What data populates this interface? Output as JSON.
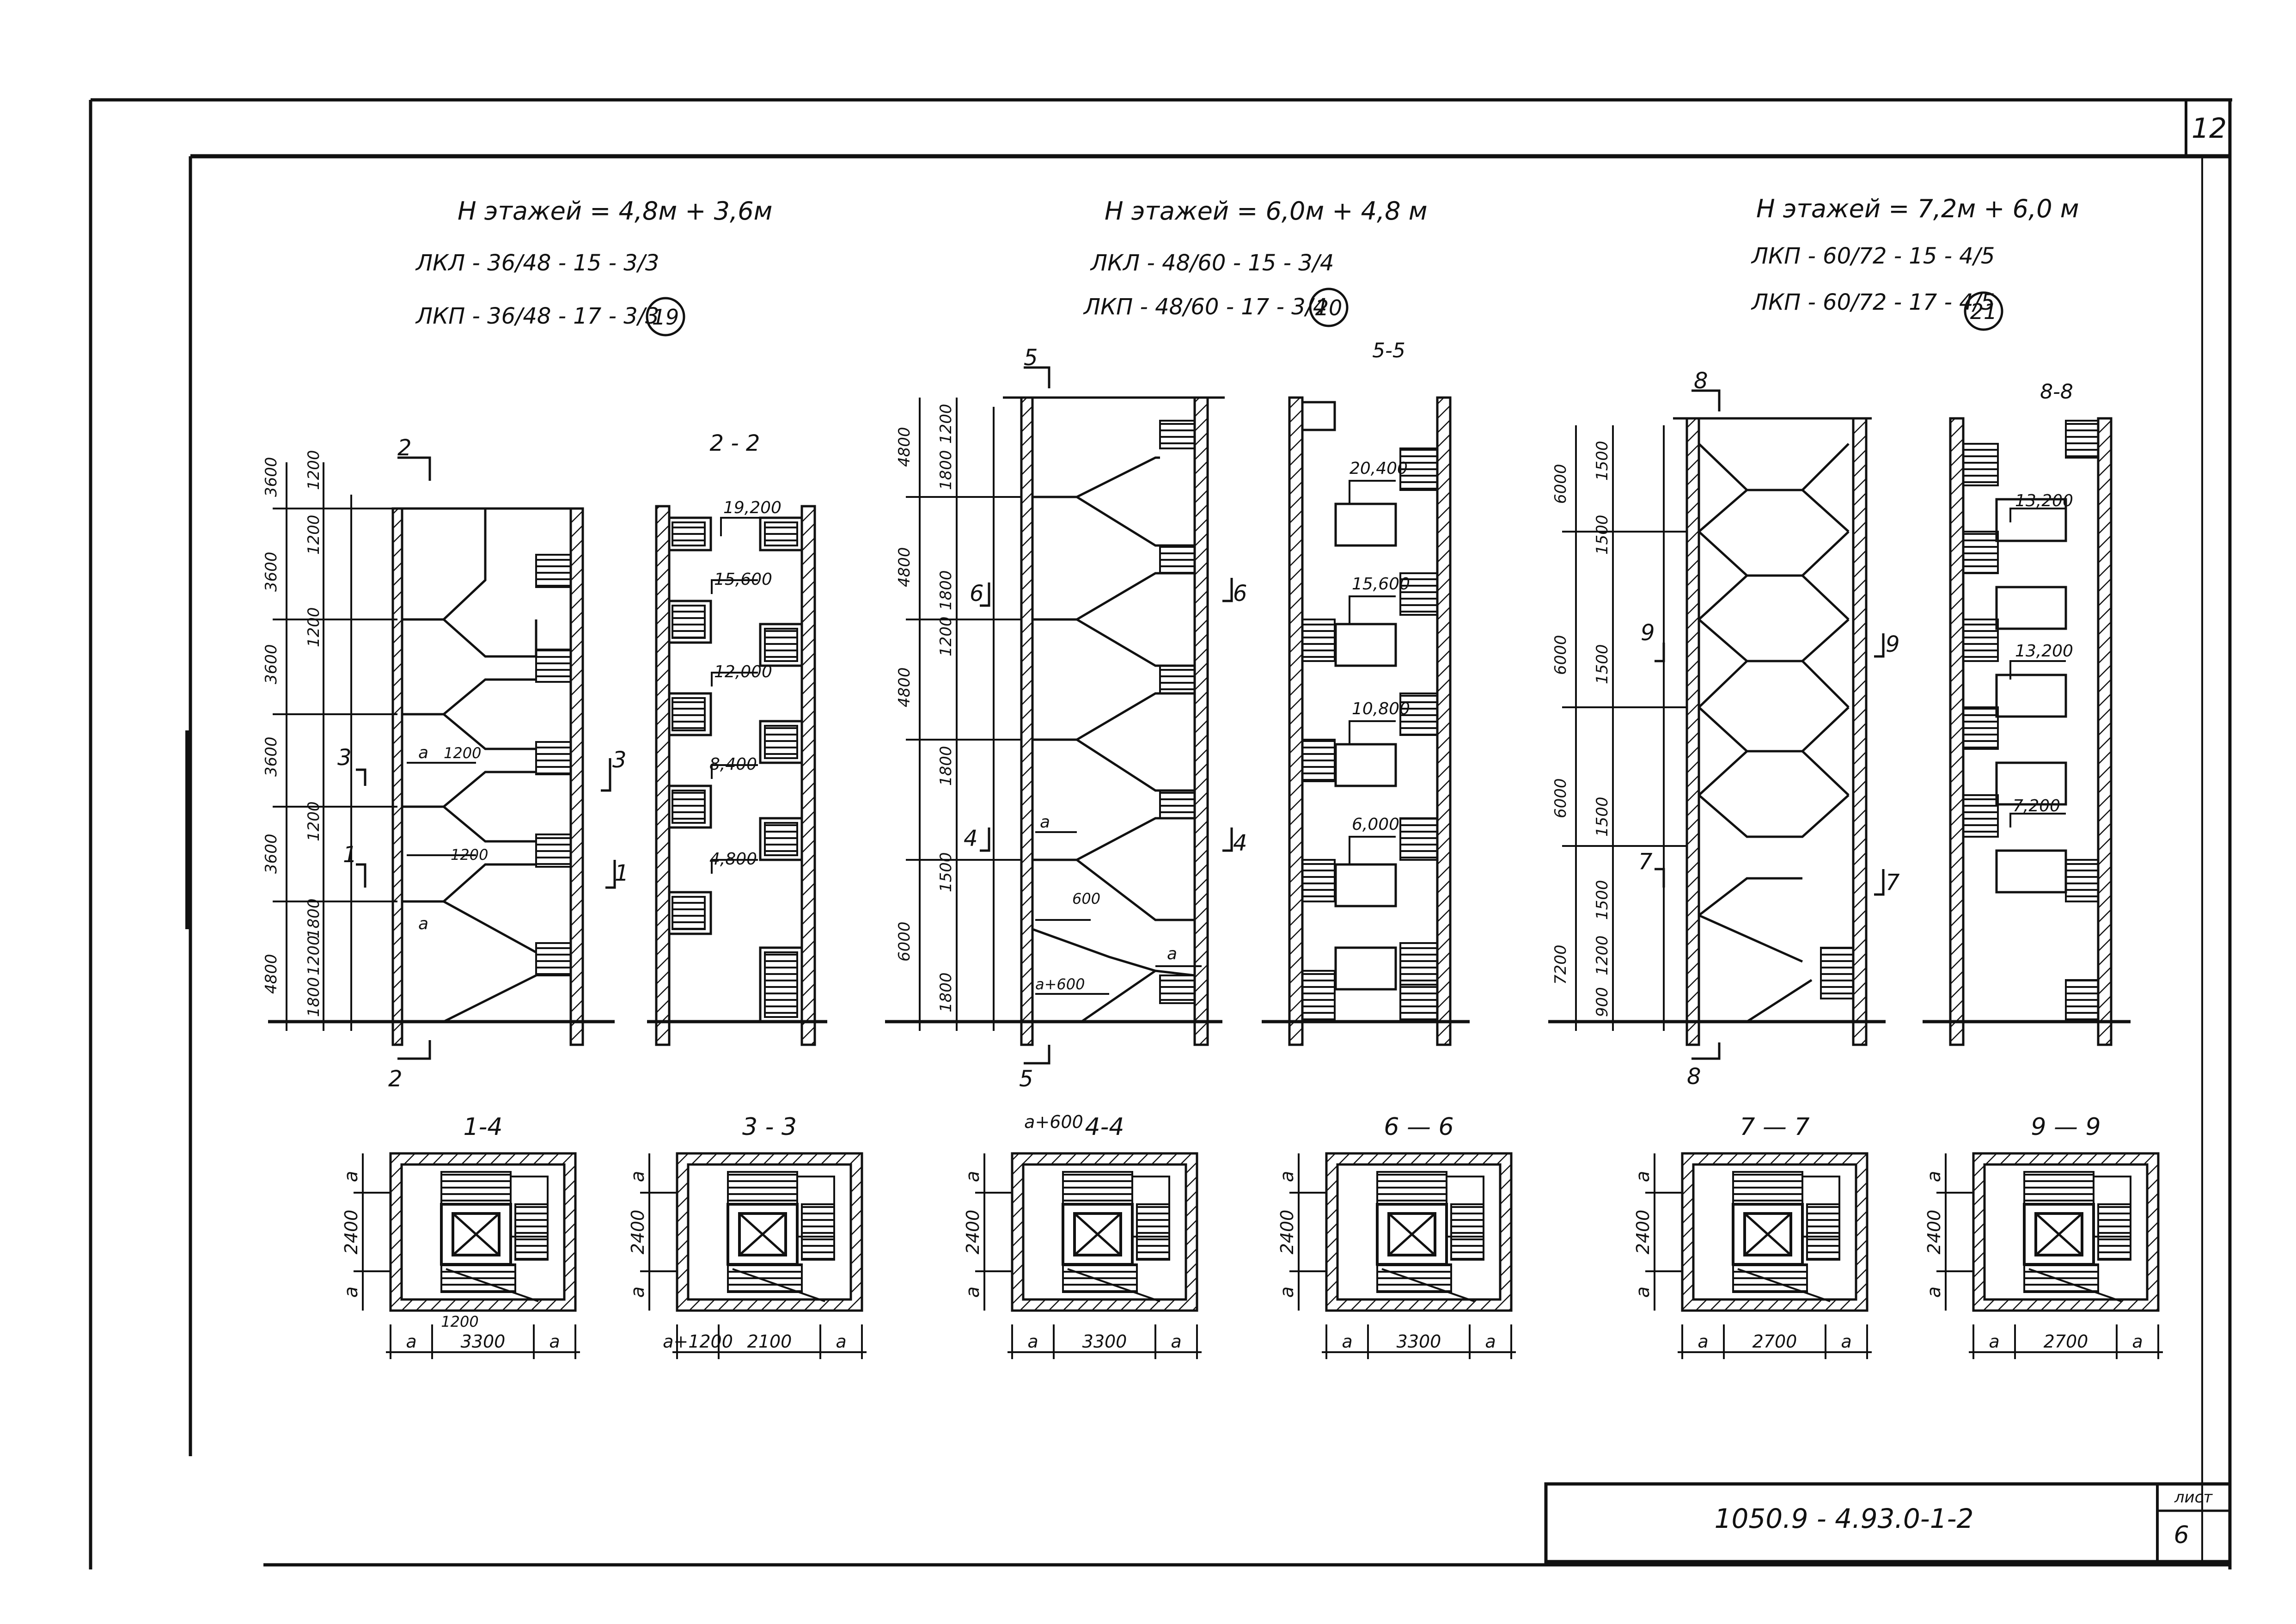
{
  "sheet": {
    "page_number": "12",
    "doc_code": "1050.9 - 4.93.0-1-2",
    "list_label": "лист",
    "list_number": "6"
  },
  "groups": [
    {
      "height_note": "Н этажей = 4,8м + 3,6м",
      "mark1": "ЛКЛ - 36/48 - 15 - 3/3",
      "mark2": "ЛКП - 36/48 - 17 - 3/3",
      "number": "19"
    },
    {
      "height_note": "Н этажей = 6,0м + 4,8 м",
      "mark1": "ЛКЛ - 48/60 - 15 - 3/4",
      "mark2": "ЛКП - 48/60 - 17 - 3/4",
      "number": "20"
    },
    {
      "height_note": "Н этажей = 7,2м + 6,0 м",
      "mark1": "ЛКП - 60/72 - 15 - 4/5",
      "mark2": "ЛКП - 60/72 - 17 - 4/5",
      "number": "21"
    }
  ],
  "sections": {
    "s22": {
      "title": "2 - 2",
      "elevations": [
        "19,200",
        "15,600",
        "12,000",
        "8,400",
        "4,800"
      ]
    },
    "s55": {
      "title": "5-5",
      "elevations": [
        "20,400",
        "15,600",
        "10,800",
        "6,000"
      ]
    },
    "s88": {
      "title": "8-8",
      "elevations": [
        "13,200",
        "13,200",
        "7,200"
      ]
    }
  },
  "elev1": {
    "cut_marks": [
      "2",
      "2",
      "3",
      "3",
      "1",
      "1"
    ],
    "heights": [
      "3600",
      "3600",
      "3600",
      "3600",
      "3600",
      "4800"
    ],
    "sub_dims": [
      "1200",
      "1200",
      "1200",
      "1200",
      "1800",
      "1200",
      "1800"
    ],
    "labels": {
      "a1": "a",
      "d1": "1200",
      "a2": "a",
      "d2": "1200"
    }
  },
  "elev2": {
    "cut_marks": [
      "5",
      "5",
      "6",
      "6",
      "4",
      "4"
    ],
    "heights": [
      "4800",
      "4800",
      "4800",
      "6000"
    ],
    "sub_dims": [
      "1200",
      "1800",
      "1800",
      "1200",
      "1800",
      "1500",
      "1800"
    ],
    "labels": {
      "a1": "a",
      "d1": "600",
      "a2": "a",
      "a3": "a+600"
    }
  },
  "elev3": {
    "cut_marks": [
      "8",
      "8",
      "9",
      "9",
      "7",
      "7"
    ],
    "heights": [
      "6000",
      "6000",
      "6000",
      "7200"
    ],
    "sub_dims": [
      "1500",
      "1500",
      "1500",
      "1500",
      "1500",
      "1200",
      "900"
    ]
  },
  "plans": [
    {
      "title": "1-4",
      "side_dim": "2400",
      "side_a": "a",
      "bottom": [
        "a",
        "3300",
        "a"
      ],
      "extra": "1200"
    },
    {
      "title": "3 - 3",
      "side_dim": "2400",
      "side_a": "a",
      "bottom": [
        "a+1200",
        "2100",
        "a"
      ],
      "extra": ""
    },
    {
      "title": "4-4",
      "side_dim": "2400",
      "side_a": "a",
      "bottom": [
        "a",
        "3300",
        "a"
      ],
      "extra": "a+600"
    },
    {
      "title": "6 — 6",
      "side_dim": "2400",
      "side_a": "a",
      "bottom": [
        "a",
        "3300",
        "a"
      ],
      "extra": ""
    },
    {
      "title": "7 — 7",
      "side_dim": "2400",
      "side_a": "a",
      "bottom": [
        "a",
        "2700",
        "a"
      ],
      "extra": ""
    },
    {
      "title": "9 — 9",
      "side_dim": "2400",
      "side_a": "a",
      "bottom": [
        "a",
        "2700",
        "a"
      ],
      "extra": ""
    }
  ]
}
